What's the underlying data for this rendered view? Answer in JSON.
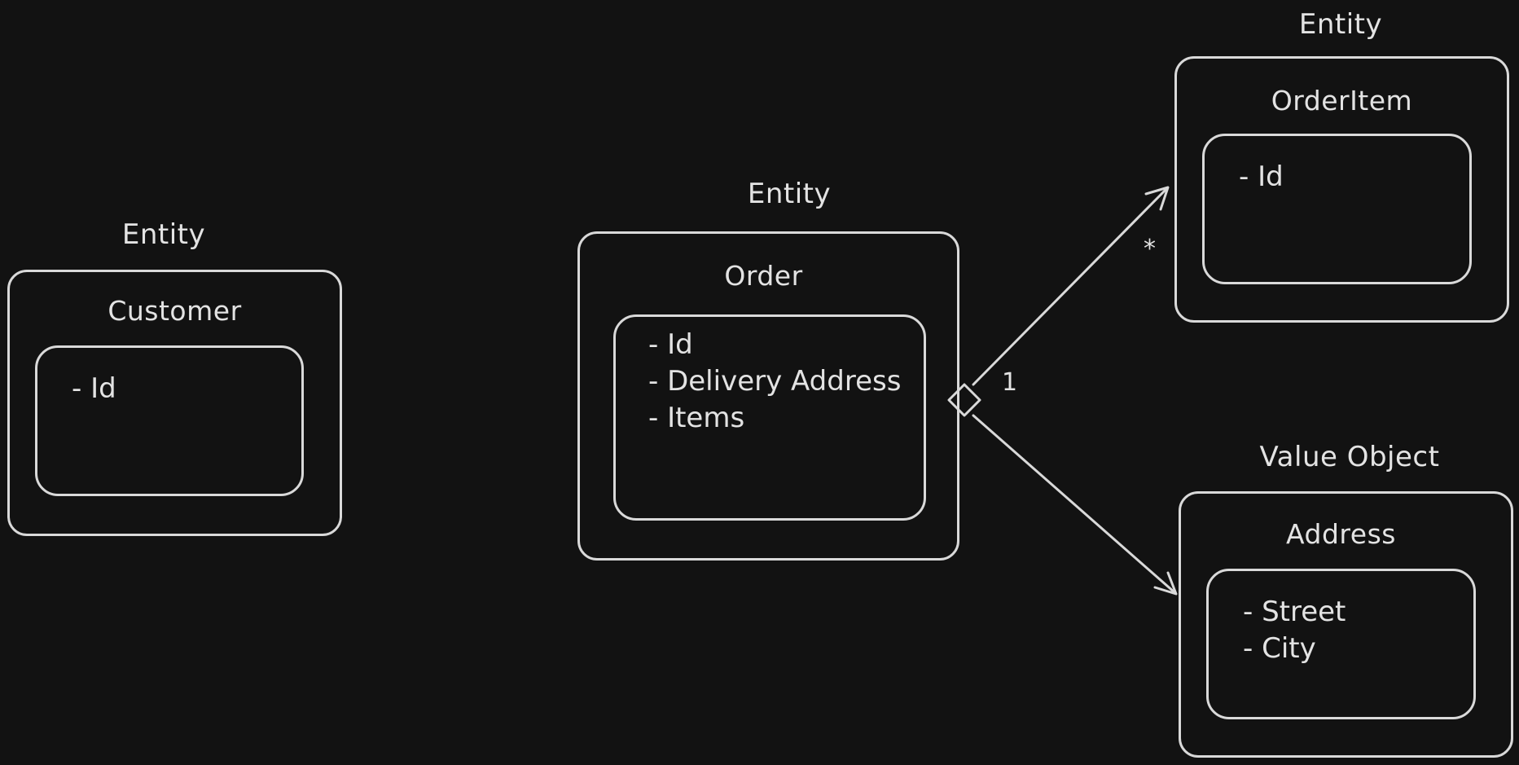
{
  "entities": [
    {
      "key": "customer",
      "stereotype": "Entity",
      "name": "Customer",
      "attributes": [
        "Id"
      ]
    },
    {
      "key": "order",
      "stereotype": "Entity",
      "name": "Order",
      "attributes": [
        "Id",
        "Delivery Address",
        "Items"
      ]
    },
    {
      "key": "orderitem",
      "stereotype": "Entity",
      "name": "OrderItem",
      "attributes": [
        "Id"
      ]
    },
    {
      "key": "address",
      "stereotype": "Value Object",
      "name": "Address",
      "attributes": [
        "Street",
        "City"
      ]
    }
  ],
  "relations": {
    "order_to_orderitem": {
      "source_multiplicity": "1",
      "target_multiplicity": "*"
    }
  },
  "colors": {
    "background": "#121212",
    "stroke": "#d9d9d9",
    "text": "#e3e3e3"
  }
}
